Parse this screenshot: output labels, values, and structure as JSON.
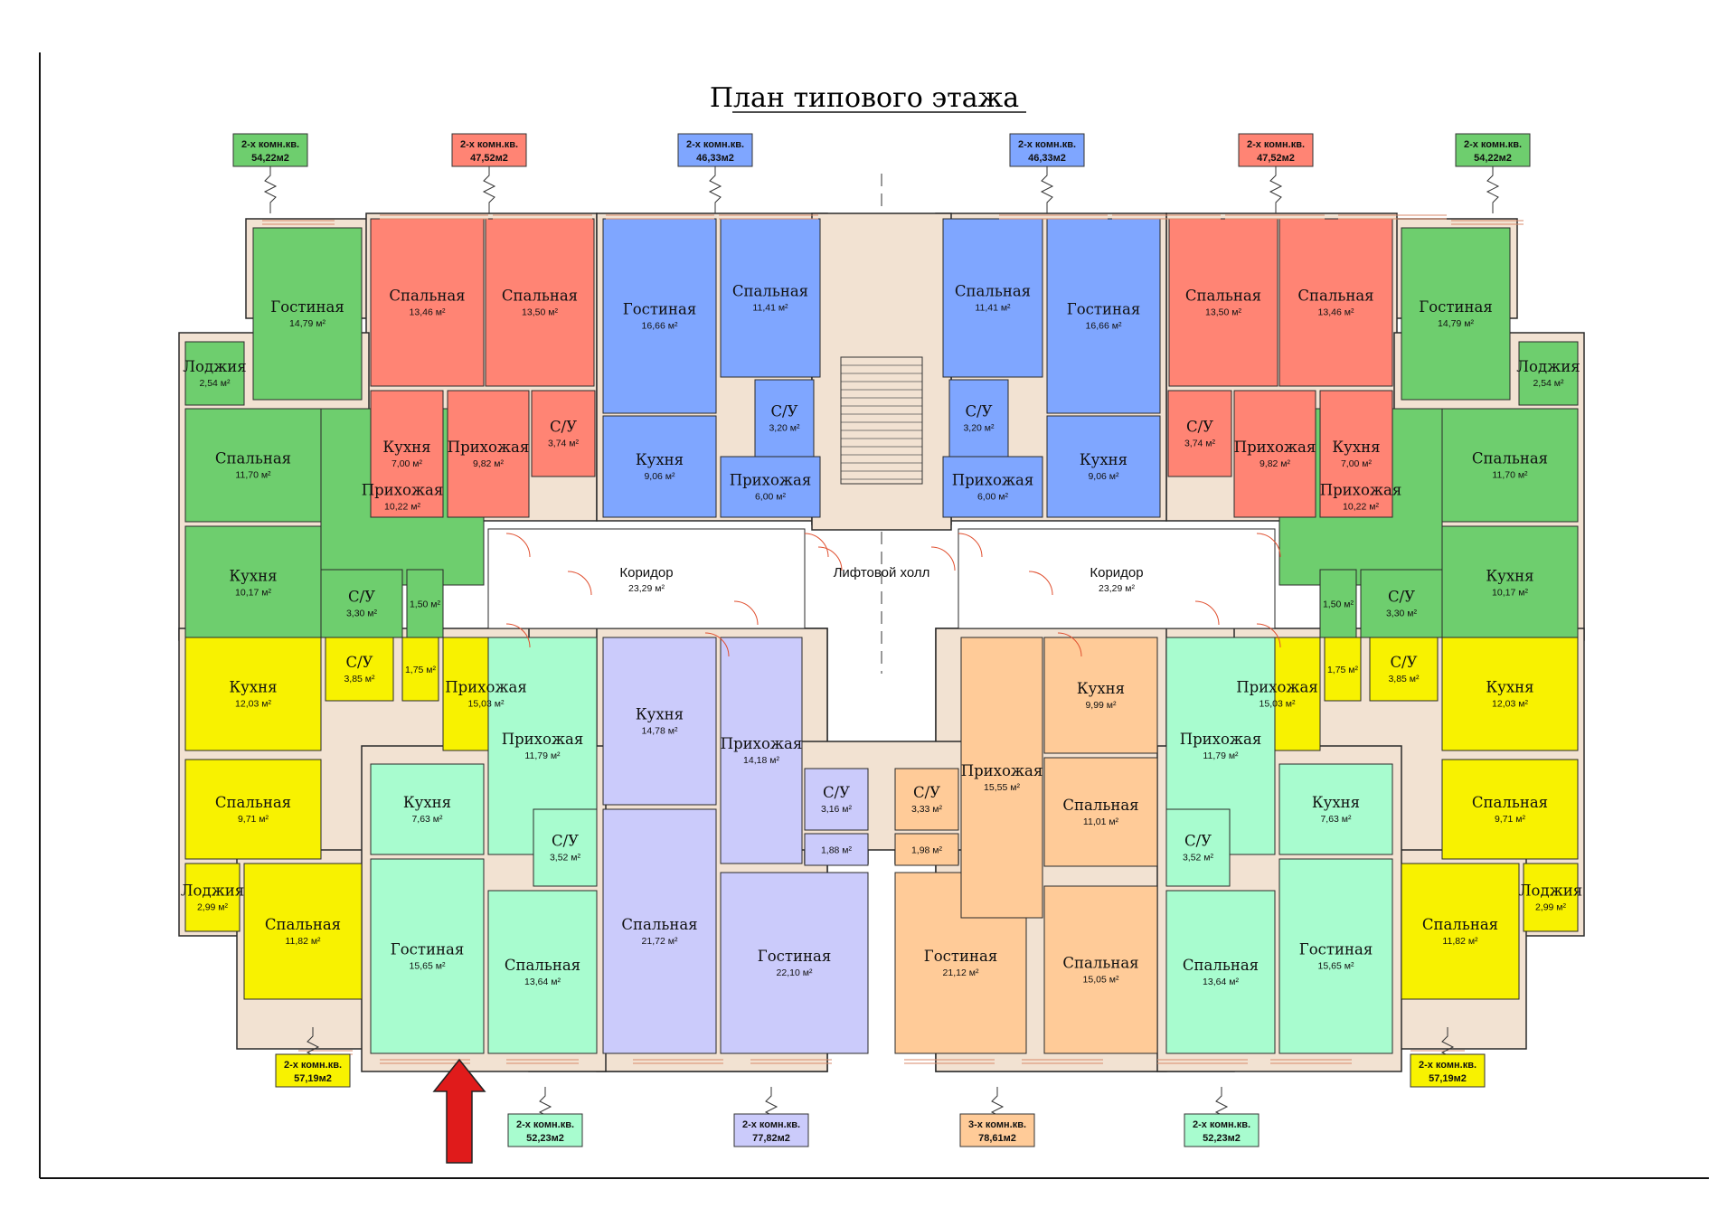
{
  "title": "План типового этажа",
  "colors": {
    "green": "#6ECE6E",
    "red": "#FF8474",
    "blue": "#7FA6FF",
    "yellow": "#F8F200",
    "mint": "#A8FCCF",
    "lavender": "#CBCBFB",
    "peach": "#FFCB98",
    "wall": "#F2E2D2",
    "wall_outline": "#2a2a2a",
    "arrow": "#E01B1B"
  },
  "apartments": [
    {
      "id": "green-left",
      "label": "2-х комн.кв.",
      "area": "54,22м2",
      "color": "green"
    },
    {
      "id": "red-left",
      "label": "2-х комн.кв.",
      "area": "47,52м2",
      "color": "red"
    },
    {
      "id": "blue-left",
      "label": "2-х комн.кв.",
      "area": "46,33м2",
      "color": "blue"
    },
    {
      "id": "blue-right",
      "label": "2-х комн.кв.",
      "area": "46,33м2",
      "color": "blue"
    },
    {
      "id": "red-right",
      "label": "2-х комн.кв.",
      "area": "47,52м2",
      "color": "red"
    },
    {
      "id": "green-right",
      "label": "2-х комн.кв.",
      "area": "54,22м2",
      "color": "green"
    },
    {
      "id": "yellow-left",
      "label": "2-х комн.кв.",
      "area": "57,19м2",
      "color": "yellow"
    },
    {
      "id": "mint-left",
      "label": "2-х комн.кв.",
      "area": "52,23м2",
      "color": "mint"
    },
    {
      "id": "lavender",
      "label": "2-х комн.кв.",
      "area": "77,82м2",
      "color": "lavender"
    },
    {
      "id": "peach",
      "label": "3-х комн.кв.",
      "area": "78,61м2",
      "color": "peach"
    },
    {
      "id": "mint-right",
      "label": "2-х комн.кв.",
      "area": "52,23м2",
      "color": "mint"
    },
    {
      "id": "yellow-right",
      "label": "2-х комн.кв.",
      "area": "57,19м2",
      "color": "yellow"
    }
  ],
  "rooms": [
    {
      "name": "Лоджия",
      "area": "2,54 м²"
    },
    {
      "name": "Гостиная",
      "area": "14,79 м²"
    },
    {
      "name": "Спальная",
      "area": "11,70 м²"
    },
    {
      "name": "Прихожая",
      "area": "10,22 м²"
    },
    {
      "name": "Кухня",
      "area": "10,17 м²"
    },
    {
      "name": "С/У",
      "area": "3,30 м²"
    },
    {
      "name": "",
      "area": "1,50 м²"
    },
    {
      "name": "Спальная",
      "area": "13,46 м²"
    },
    {
      "name": "Спальная",
      "area": "13,50 м²"
    },
    {
      "name": "Кухня",
      "area": "7,00 м²"
    },
    {
      "name": "Прихожая",
      "area": "9,82 м²"
    },
    {
      "name": "С/У",
      "area": "3,74 м²"
    },
    {
      "name": "Гостиная",
      "area": "16,66 м²"
    },
    {
      "name": "Спальная",
      "area": "11,41 м²"
    },
    {
      "name": "С/У",
      "area": "3,20 м²"
    },
    {
      "name": "Кухня",
      "area": "9,06 м²"
    },
    {
      "name": "Прихожая",
      "area": "6,00 м²"
    },
    {
      "name": "Спальная",
      "area": "11,41 м²"
    },
    {
      "name": "Гостиная",
      "area": "16,66 м²"
    },
    {
      "name": "С/У",
      "area": "3,20 м²"
    },
    {
      "name": "Прихожая",
      "area": "6,00 м²"
    },
    {
      "name": "Кухня",
      "area": "9,06 м²"
    },
    {
      "name": "Спальная",
      "area": "13,50 м²"
    },
    {
      "name": "Спальная",
      "area": "13,46 м²"
    },
    {
      "name": "С/У",
      "area": "3,74 м²"
    },
    {
      "name": "Прихожая",
      "area": "9,82 м²"
    },
    {
      "name": "Кухня",
      "area": "7,00 м²"
    },
    {
      "name": "Гостиная",
      "area": "14,79 м²"
    },
    {
      "name": "Лоджия",
      "area": "2,54 м²"
    },
    {
      "name": "Спальная",
      "area": "11,70 м²"
    },
    {
      "name": "Прихожая",
      "area": "10,22 м²"
    },
    {
      "name": "",
      "area": "1,50 м²"
    },
    {
      "name": "С/У",
      "area": "3,30 м²"
    },
    {
      "name": "Кухня",
      "area": "10,17 м²"
    },
    {
      "name": "Коридор",
      "area": "23,29 м²"
    },
    {
      "name": "Коридор",
      "area": "23,29 м²"
    },
    {
      "name": "Кухня",
      "area": "12,03 м²"
    },
    {
      "name": "С/У",
      "area": "3,85 м²"
    },
    {
      "name": "",
      "area": "1,75 м²"
    },
    {
      "name": "Прихожая",
      "area": "15,03 м²"
    },
    {
      "name": "Спальная",
      "area": "9,71 м²"
    },
    {
      "name": "Лоджия",
      "area": "2,99 м²"
    },
    {
      "name": "Спальная",
      "area": "11,82 м²"
    },
    {
      "name": "Кухня",
      "area": "7,63 м²"
    },
    {
      "name": "Прихожая",
      "area": "11,79 м²"
    },
    {
      "name": "С/У",
      "area": "3,52 м²"
    },
    {
      "name": "Гостиная",
      "area": "15,65 м²"
    },
    {
      "name": "Спальная",
      "area": "13,64 м²"
    },
    {
      "name": "Кухня",
      "area": "14,78 м²"
    },
    {
      "name": "Прихожая",
      "area": "14,18 м²"
    },
    {
      "name": "С/У",
      "area": "3,16 м²"
    },
    {
      "name": "",
      "area": "1,88 м²"
    },
    {
      "name": "Спальная",
      "area": "21,72 м²"
    },
    {
      "name": "Гостиная",
      "area": "22,10 м²"
    },
    {
      "name": "С/У",
      "area": "3,33 м²"
    },
    {
      "name": "",
      "area": "1,98 м²"
    },
    {
      "name": "Гостиная",
      "area": "21,12 м²"
    },
    {
      "name": "Прихожая",
      "area": "15,55 м²"
    },
    {
      "name": "Кухня",
      "area": "9,99 м²"
    },
    {
      "name": "Спальная",
      "area": "11,01 м²"
    },
    {
      "name": "Спальная",
      "area": "15,05 м²"
    },
    {
      "name": "Прихожая",
      "area": "11,79 м²"
    },
    {
      "name": "С/У",
      "area": "3,52 м²"
    },
    {
      "name": "Кухня",
      "area": "7,63 м²"
    },
    {
      "name": "Спальная",
      "area": "13,64 м²"
    },
    {
      "name": "Гостиная",
      "area": "15,65 м²"
    },
    {
      "name": "Прихожая",
      "area": "15,03 м²"
    },
    {
      "name": "",
      "area": "1,75 м²"
    },
    {
      "name": "С/У",
      "area": "3,85 м²"
    },
    {
      "name": "Кухня",
      "area": "12,03 м²"
    },
    {
      "name": "Спальная",
      "area": "9,71 м²"
    },
    {
      "name": "Спальная",
      "area": "11,82 м²"
    },
    {
      "name": "Лоджия",
      "area": "2,99 м²"
    }
  ],
  "lift_hall": "Лифтовой холл",
  "entrance_arrow": "arrow-up"
}
